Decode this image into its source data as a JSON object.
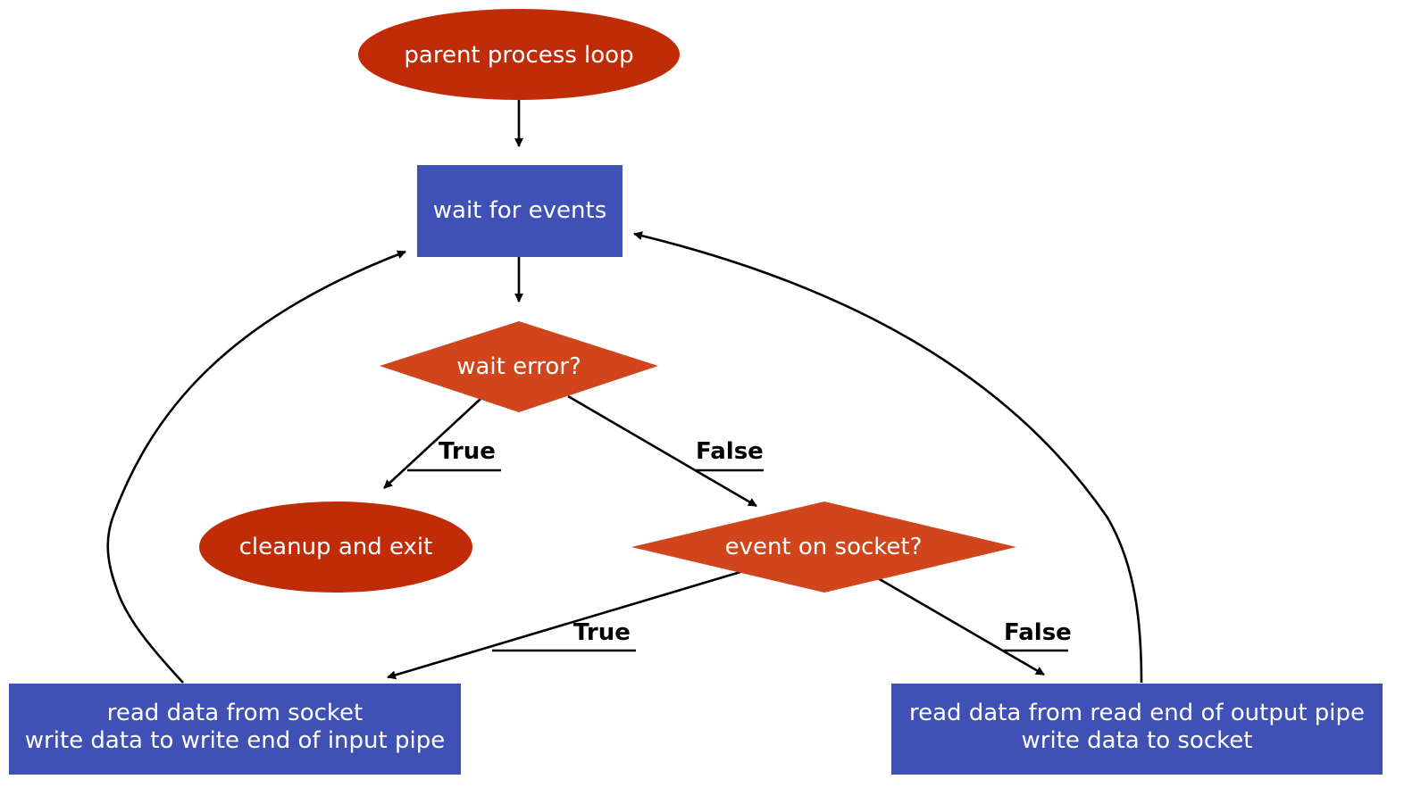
{
  "colors": {
    "terminal": "#c02c07",
    "process": "#3f51b5",
    "decision": "#d0451b",
    "edge": "#000000",
    "node_text": "#ffffff"
  },
  "nodes": {
    "start": {
      "label": "parent process loop",
      "shape": "ellipse"
    },
    "wait": {
      "label": "wait for events",
      "shape": "rectangle"
    },
    "wait_error": {
      "label": "wait error?",
      "shape": "diamond"
    },
    "cleanup": {
      "label": "cleanup and exit",
      "shape": "ellipse"
    },
    "event_socket": {
      "label": "event on socket?",
      "shape": "diamond"
    },
    "read_socket": {
      "line1": "read data from socket",
      "line2": "write data to write end of input pipe",
      "shape": "rectangle"
    },
    "read_pipe": {
      "line1": "read data from read end of output pipe",
      "line2": "write data to socket",
      "shape": "rectangle"
    }
  },
  "edges": {
    "wait_error_true": "True",
    "wait_error_false": "False",
    "event_socket_true": "True",
    "event_socket_false": "False"
  }
}
